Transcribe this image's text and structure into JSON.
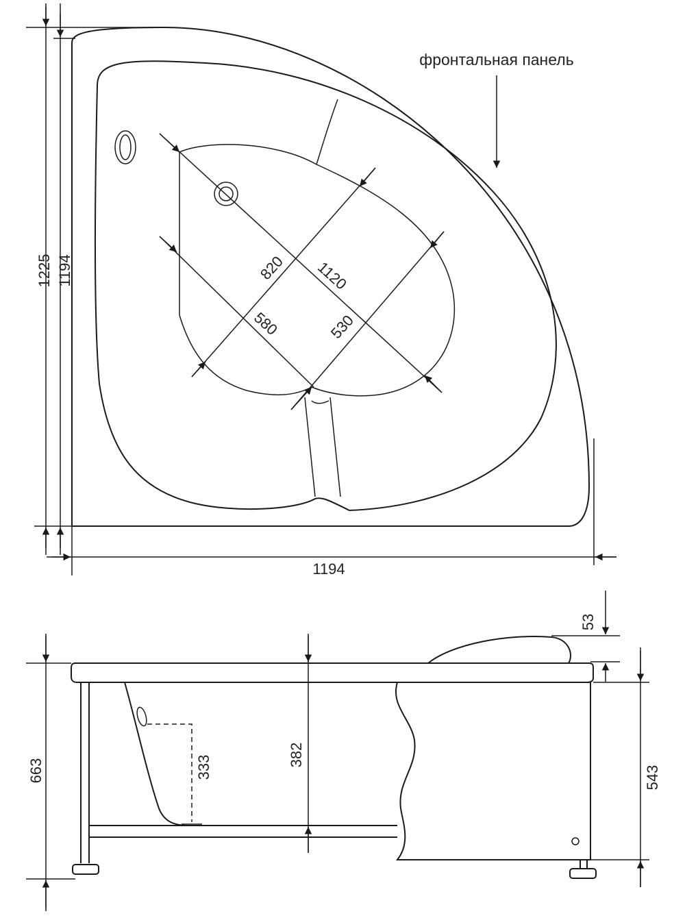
{
  "top_view": {
    "label_front_panel": "фронтальная панель",
    "dim_overall_height": "1225",
    "dim_inner_height": "1194",
    "dim_width": "1194",
    "dim_diagonal": "1120",
    "dim_cross": "820",
    "dim_lobe_upper": "580",
    "dim_lobe_lower": "530"
  },
  "side_view": {
    "dim_total_height": "663",
    "dim_rim_thickness": "53",
    "dim_depth": "382",
    "dim_drain_height": "333",
    "dim_panel_height": "543"
  }
}
